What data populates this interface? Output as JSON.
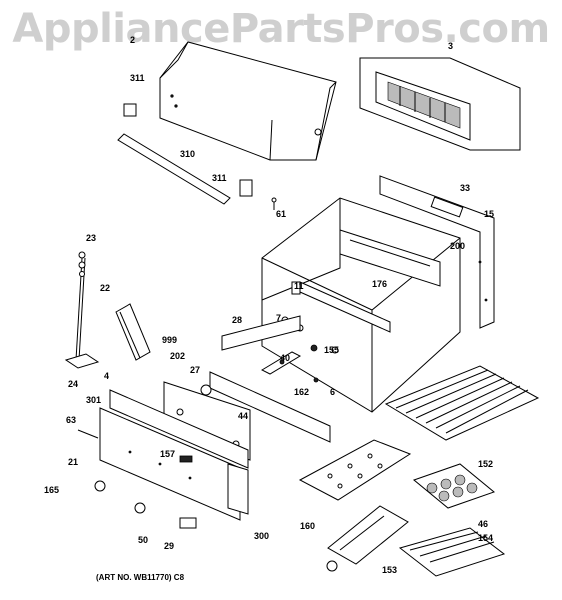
{
  "watermark": "AppliancePartsPros.com",
  "art_number": "(ART NO. WB11770) C8",
  "callouts": [
    {
      "id": "c2",
      "label": "2"
    },
    {
      "id": "c3",
      "label": "3"
    },
    {
      "id": "c311a",
      "label": "311"
    },
    {
      "id": "c310",
      "label": "310"
    },
    {
      "id": "c311b",
      "label": "311"
    },
    {
      "id": "c61",
      "label": "61"
    },
    {
      "id": "c33",
      "label": "33"
    },
    {
      "id": "c15",
      "label": "15"
    },
    {
      "id": "c200",
      "label": "200"
    },
    {
      "id": "c23",
      "label": "23"
    },
    {
      "id": "c22",
      "label": "22"
    },
    {
      "id": "c176",
      "label": "176"
    },
    {
      "id": "c11",
      "label": "11"
    },
    {
      "id": "c999",
      "label": "999"
    },
    {
      "id": "c28",
      "label": "28"
    },
    {
      "id": "c7",
      "label": "7"
    },
    {
      "id": "c155",
      "label": "155"
    },
    {
      "id": "c202",
      "label": "202"
    },
    {
      "id": "c40",
      "label": "40"
    },
    {
      "id": "c4",
      "label": "4"
    },
    {
      "id": "c24",
      "label": "24"
    },
    {
      "id": "c27",
      "label": "27"
    },
    {
      "id": "c162",
      "label": "162"
    },
    {
      "id": "c6",
      "label": "6"
    },
    {
      "id": "c301",
      "label": "301"
    },
    {
      "id": "c44",
      "label": "44"
    },
    {
      "id": "c63",
      "label": "63"
    },
    {
      "id": "c157",
      "label": "157"
    },
    {
      "id": "c21",
      "label": "21"
    },
    {
      "id": "c165",
      "label": "165"
    },
    {
      "id": "c152",
      "label": "152"
    },
    {
      "id": "c160",
      "label": "160"
    },
    {
      "id": "c46",
      "label": "46"
    },
    {
      "id": "c154",
      "label": "154"
    },
    {
      "id": "c300",
      "label": "300"
    },
    {
      "id": "c50",
      "label": "50"
    },
    {
      "id": "c29",
      "label": "29"
    },
    {
      "id": "c153",
      "label": "153"
    }
  ]
}
